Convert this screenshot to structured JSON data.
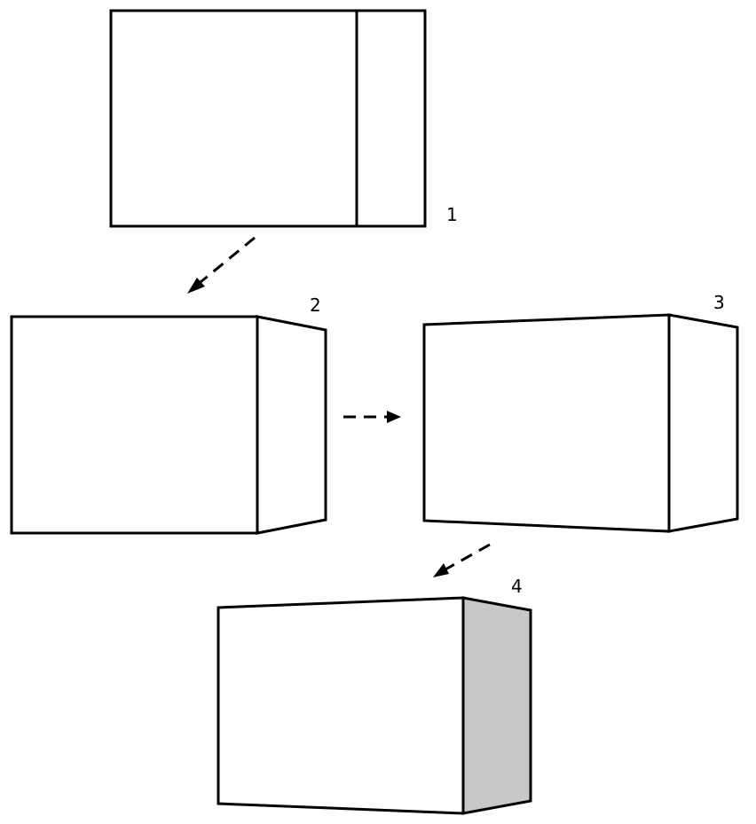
{
  "steps": [
    {
      "label": "1"
    },
    {
      "label": "2"
    },
    {
      "label": "3"
    },
    {
      "label": "4"
    }
  ],
  "colors": {
    "line": "#000000",
    "face": "#ffffff",
    "shaded_side": "#c8c8c8"
  }
}
